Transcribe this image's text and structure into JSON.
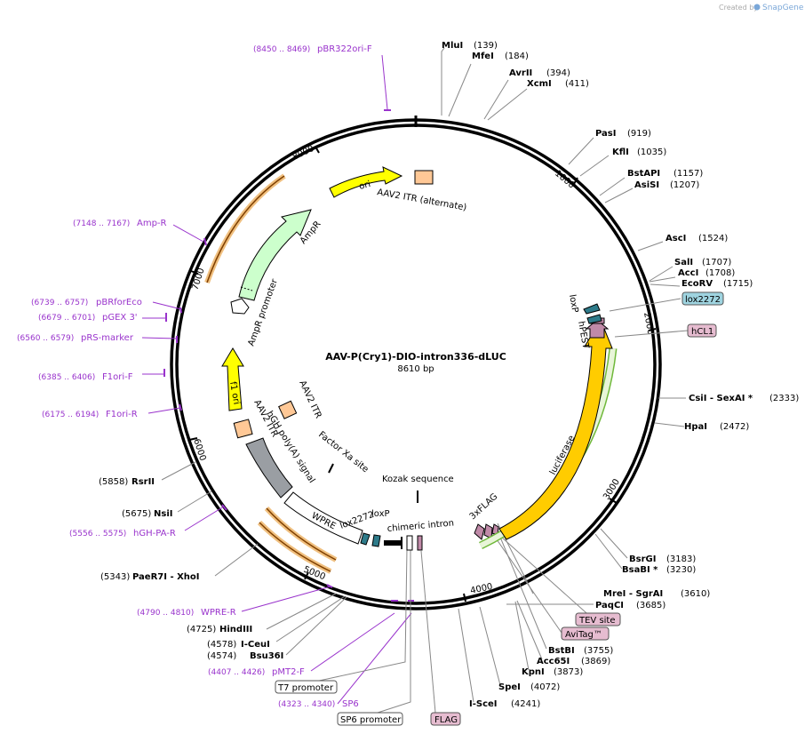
{
  "watermark": {
    "created_by": "Created by",
    "brand": "SnapGene"
  },
  "plasmid": {
    "name": "AAV-P(Cry1)-DIO-intron336-dLUC",
    "size": "8610 bp",
    "ruler": [
      "1000",
      "2000",
      "3000",
      "4000",
      "5000",
      "6000",
      "7000",
      "8000"
    ]
  },
  "enzymes": [
    {
      "name": "MluI",
      "pos": "(139)"
    },
    {
      "name": "MfeI",
      "pos": "(184)"
    },
    {
      "name": "AvrII",
      "pos": "(394)"
    },
    {
      "name": "XcmI",
      "pos": "(411)"
    },
    {
      "name": "PasI",
      "pos": "(919)"
    },
    {
      "name": "KflI",
      "pos": "(1035)"
    },
    {
      "name": "BstAPI",
      "pos": "(1157)"
    },
    {
      "name": "AsiSI",
      "pos": "(1207)"
    },
    {
      "name": "AscI",
      "pos": "(1524)"
    },
    {
      "name": "SalI",
      "pos": "(1707)"
    },
    {
      "name": "AccI",
      "pos": "(1708)"
    },
    {
      "name": "EcoRV",
      "pos": "(1715)"
    },
    {
      "name": "CsiI  - SexAI *",
      "pos": "(2333)"
    },
    {
      "name": "HpaI",
      "pos": "(2472)"
    },
    {
      "name": "BsrGI",
      "pos": "(3183)"
    },
    {
      "name": "BsaBI *",
      "pos": "(3230)"
    },
    {
      "name": "MreI  - SgrAI",
      "pos": "(3610)"
    },
    {
      "name": "PaqCI",
      "pos": "(3685)"
    },
    {
      "name": "BstBI",
      "pos": "(3755)"
    },
    {
      "name": "Acc65I",
      "pos": "(3869)"
    },
    {
      "name": "KpnI",
      "pos": "(3873)"
    },
    {
      "name": "SpeI",
      "pos": "(4072)"
    },
    {
      "name": "I-SceI",
      "pos": "(4241)"
    },
    {
      "name": "HindIII",
      "pos": "(4725)"
    },
    {
      "name": "I-CeuI",
      "pos": "(4578)"
    },
    {
      "name": "Bsu36I",
      "pos": "(4574)"
    },
    {
      "name": "PaeR7I   - XhoI",
      "pos": "(5343)"
    },
    {
      "name": "NsiI",
      "pos": "(5675)"
    },
    {
      "name": "RsrII",
      "pos": "(5858)"
    }
  ],
  "primers": [
    {
      "range": "(8450 .. 8469)",
      "name": "pBR322ori-F"
    },
    {
      "range": "(7148 .. 7167)",
      "name": "Amp-R"
    },
    {
      "range": "(6739 .. 6757)",
      "name": "pBRforEco"
    },
    {
      "range": "(6679 .. 6701)",
      "name": "pGEX 3'"
    },
    {
      "range": "(6560 .. 6579)",
      "name": "pRS-marker"
    },
    {
      "range": "(6385 .. 6406)",
      "name": "F1ori-F"
    },
    {
      "range": "(6175 .. 6194)",
      "name": "F1ori-R"
    },
    {
      "range": "(5556 .. 5575)",
      "name": "hGH-PA-R"
    },
    {
      "range": "(4790 .. 4810)",
      "name": "WPRE-R"
    },
    {
      "range": "(4407 .. 4426)",
      "name": "pMT2-F"
    },
    {
      "range": "(4323 .. 4340)",
      "name": "SP6"
    }
  ],
  "features": [
    {
      "name": "loxP",
      "color": "#2e7b8a"
    },
    {
      "name": "hPEST",
      "color": "#c08aa8"
    },
    {
      "name": "lox2272",
      "color": "#9fd4e0"
    },
    {
      "name": "hCL1",
      "color": "#e6bcd0"
    },
    {
      "name": "luciferase",
      "color": "#ffcc00"
    },
    {
      "name": "3xFLAG",
      "color": "#c08aa8"
    },
    {
      "name": "Kozak sequence",
      "color": "#000000"
    },
    {
      "name": "Factor Xa site",
      "color": "#000000"
    },
    {
      "name": "chimeric intron",
      "color": "#ffffff"
    },
    {
      "name": "loxP",
      "color": "#2e7b8a"
    },
    {
      "name": "lox2272",
      "color": "#2e7b8a"
    },
    {
      "name": "WPRE",
      "color": "#ffffff"
    },
    {
      "name": "hGH poly(A) signal",
      "color": "#9a9ea3"
    },
    {
      "name": "AAV2 ITR",
      "color": "#ffc896"
    },
    {
      "name": "AAV2 ITR",
      "color": "#ffc896"
    },
    {
      "name": "f1 ori",
      "color": "#ffff00"
    },
    {
      "name": "AmpR promoter",
      "color": "#ffffff"
    },
    {
      "name": "AmpR",
      "color": "#ccffcc"
    },
    {
      "name": "ori",
      "color": "#ffff00"
    },
    {
      "name": "AAV2 ITR (alternate)",
      "color": "#ffc896"
    },
    {
      "name": "TEV site",
      "color": "#e6bcd0"
    },
    {
      "name": "AviTag™",
      "color": "#e6bcd0"
    },
    {
      "name": "T7 promoter",
      "color": "#ffffff"
    },
    {
      "name": "SP6 promoter",
      "color": "#ffffff"
    },
    {
      "name": "FLAG",
      "color": "#e6bcd0"
    }
  ],
  "colors": {
    "enzyme": "#000000",
    "primer": "#9933cc",
    "backbone": "#000000"
  }
}
